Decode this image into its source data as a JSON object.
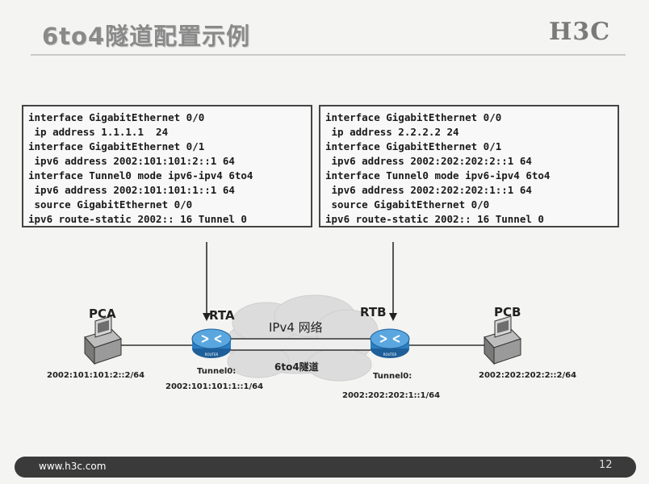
{
  "header": {
    "title": "6to4隧道配置示例",
    "logo": "H3C"
  },
  "config_left": [
    "interface GigabitEthernet 0/0",
    " ip address 1.1.1.1  24",
    "interface GigabitEthernet 0/1",
    " ipv6 address 2002:101:101:2::1 64",
    "interface Tunnel0 mode ipv6-ipv4 6to4",
    " ipv6 address 2002:101:101:1::1 64",
    " source GigabitEthernet 0/0",
    "ipv6 route-static 2002:: 16 Tunnel 0"
  ],
  "config_right": [
    "interface GigabitEthernet 0/0",
    " ip address 2.2.2.2 24",
    "interface GigabitEthernet 0/1",
    " ipv6 address 2002:202:202:2::1 64",
    "interface Tunnel0 mode ipv6-ipv4 6to4",
    " ipv6 address 2002:202:202:1::1 64",
    " source GigabitEthernet 0/0",
    "ipv6 route-static 2002:: 16 Tunnel 0"
  ],
  "topology": {
    "pca_label": "PCA",
    "pca_addr": "2002:101:101:2::2/64",
    "rta_label": "RTA",
    "rta_tunnel": "Tunnel0:",
    "rta_addr": "2002:101:101:1::1/64",
    "rtb_label": "RTB",
    "rtb_tunnel": "Tunnel0:",
    "rtb_addr": "2002:202:202:1::1/64",
    "pcb_label": "PCB",
    "pcb_addr": "2002:202:202:2::2/64",
    "cloud_label": "IPv4 网络",
    "tunnel_label": "6to4隧道",
    "router_caption": "ROUTER"
  },
  "footer": {
    "url": "www.h3c.com",
    "page": "12"
  },
  "colors": {
    "router": "#2a7fc4",
    "cloud": "#dcdcdc",
    "footer": "#3a3a3a"
  }
}
